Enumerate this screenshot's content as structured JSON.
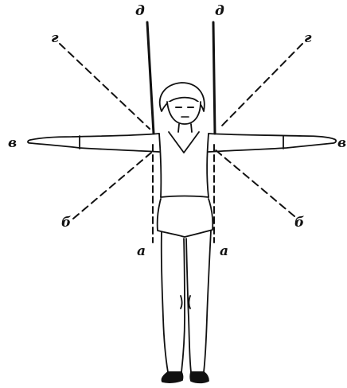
{
  "colors": {
    "ink": "#111111",
    "background": "#ffffff"
  },
  "lines": {
    "d": "д",
    "g": "г",
    "v": "в",
    "b": "б",
    "a": "а"
  }
}
